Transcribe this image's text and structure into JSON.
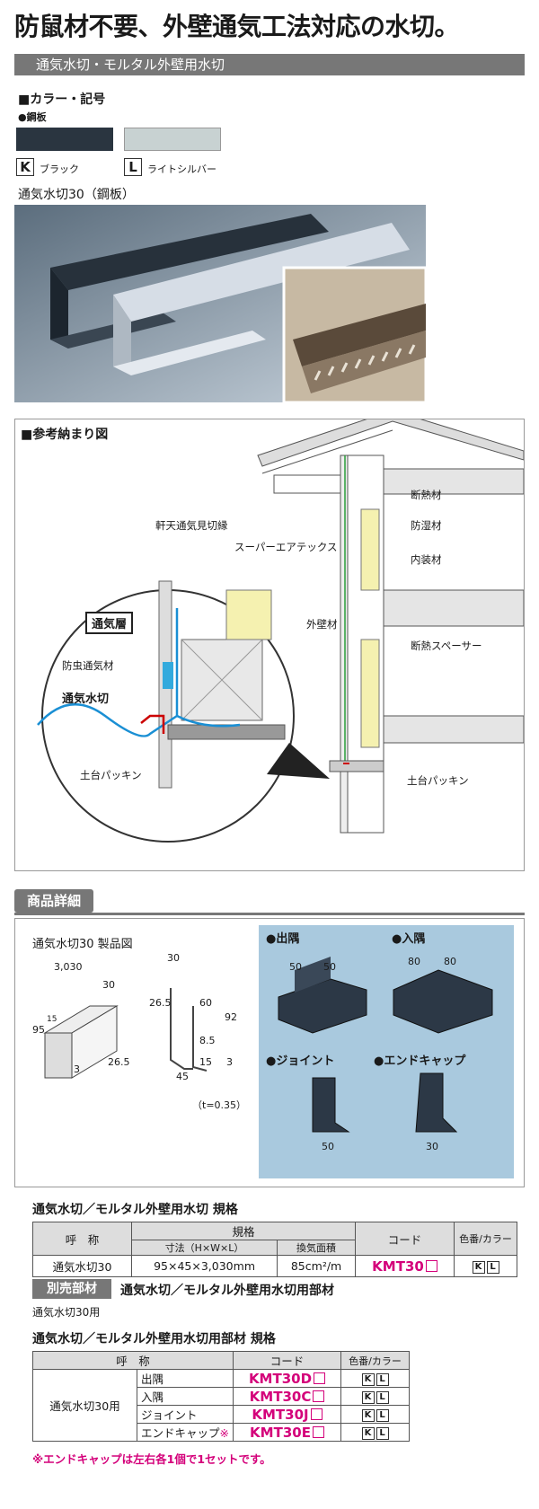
{
  "headline": "防鼠材不要、外壁通気工法対応の水切。",
  "subtitle": "通気水切・モルタル外壁用水切",
  "color_section": {
    "title": "■カラー・記号",
    "material": "●鋼板",
    "swatches": [
      {
        "code": "K",
        "name": "ブラック",
        "color": "#2a3540"
      },
      {
        "code": "L",
        "name": "ライトシルバー",
        "color": "#c8d2d2"
      }
    ]
  },
  "product_photo_title": "通気水切30（鋼板）",
  "diagram": {
    "title": "■参考納まり図",
    "labels": {
      "nokiten": "軒天通気見切縁",
      "superair": "スーパーエアテックス",
      "gaiheki": "外壁材",
      "dannetsu": "断熱材",
      "boushitsu": "防湿材",
      "naisou": "内装材",
      "spacer": "断熱スペーサー",
      "dodai_right": "土台パッキン",
      "tsukisou": "通気層",
      "boutyu": "防虫通気材",
      "mizukiri": "通気水切",
      "dodai_left": "土台パッキン"
    }
  },
  "details": {
    "tag": "商品詳細",
    "drawing_title": "通気水切30 製品図",
    "dims": {
      "d1": "3,030",
      "d2": "30",
      "d3": "95",
      "d4": "15",
      "d5": "26.5",
      "d6": "3",
      "p1": "30",
      "p2": "26.5",
      "p3": "60",
      "p4": "92",
      "p5": "8.5",
      "p6": "45",
      "p7": "15",
      "p8": "3",
      "thickness": "（t=0.35）"
    },
    "corners": [
      {
        "label": "●出隅",
        "dim1": "50",
        "dim2": "50"
      },
      {
        "label": "●入隅",
        "dim1": "80",
        "dim2": "80"
      },
      {
        "label": "●ジョイント",
        "dim1": "50"
      },
      {
        "label": "●エンドキャップ",
        "dim1": "30"
      }
    ]
  },
  "spec_table": {
    "title": "通気水切／モルタル外壁用水切 規格",
    "headers": {
      "name": "呼　称",
      "spec": "規格",
      "size": "寸法（H×W×L）",
      "area": "換気面積",
      "code": "コード",
      "color": "色番/カラー"
    },
    "row": {
      "name": "通気水切30",
      "size": "95×45×3,030mm",
      "area": "85cm²/m",
      "code": "KMT30",
      "colors": [
        "K",
        "L"
      ]
    }
  },
  "sold_separately": {
    "tag": "別売部材",
    "title": "通気水切／モルタル外壁用水切用部材",
    "sub": "通気水切30用"
  },
  "parts_table": {
    "title": "通気水切／モルタル外壁用水切用部材 規格",
    "headers": {
      "name": "呼　称",
      "code": "コード",
      "color": "色番/カラー"
    },
    "group": "通気水切30用",
    "rows": [
      {
        "name": "出隅",
        "code": "KMT30D",
        "colors": [
          "K",
          "L"
        ]
      },
      {
        "name": "入隅",
        "code": "KMT30C",
        "colors": [
          "K",
          "L"
        ]
      },
      {
        "name": "ジョイント",
        "code": "KMT30J",
        "colors": [
          "K",
          "L"
        ]
      },
      {
        "name": "エンドキャップ",
        "mark": "※",
        "code": "KMT30E",
        "colors": [
          "K",
          "L"
        ]
      }
    ],
    "note": "※エンドキャップは左右各1個で1セットです。"
  }
}
